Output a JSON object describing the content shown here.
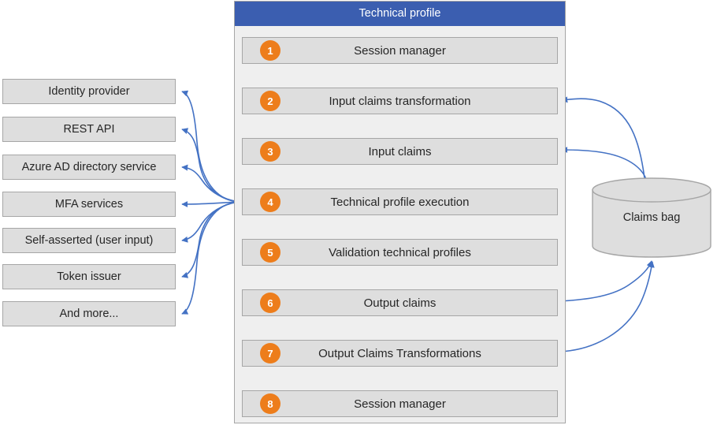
{
  "theme": {
    "header_blue": "#3B5EB0",
    "arrow_blue": "#3A60B8",
    "curve_blue": "#4472C4",
    "badge_orange": "#ED7D1B",
    "box_fill": "#DEDEDE",
    "box_border": "#A6A6A6",
    "panel_fill": "#EFEFEF",
    "text_color": "#262626"
  },
  "profile": {
    "title": "Technical profile",
    "steps": [
      {
        "number": "1",
        "label": "Session manager"
      },
      {
        "number": "2",
        "label": "Input claims transformation"
      },
      {
        "number": "3",
        "label": "Input claims"
      },
      {
        "number": "4",
        "label": "Technical profile execution"
      },
      {
        "number": "5",
        "label": "Validation technical profiles"
      },
      {
        "number": "6",
        "label": "Output claims"
      },
      {
        "number": "7",
        "label": "Output Claims Transformations"
      },
      {
        "number": "8",
        "label": "Session manager"
      }
    ]
  },
  "services": [
    {
      "label": "Identity provider"
    },
    {
      "label": "REST API"
    },
    {
      "label": "Azure AD directory service"
    },
    {
      "label": "MFA services"
    },
    {
      "label": "Self-asserted (user input)"
    },
    {
      "label": "Token issuer"
    },
    {
      "label": "And more..."
    }
  ],
  "datastore": {
    "label": "Claims bag"
  }
}
